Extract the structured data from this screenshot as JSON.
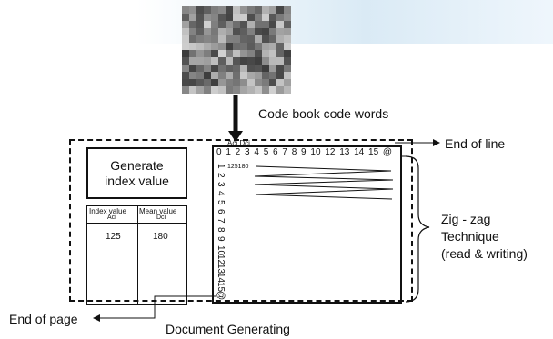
{
  "header_label": "Code book code words",
  "end_of_line": "End of line",
  "end_of_page": "End of page",
  "document_generating": "Document Generating",
  "generate_box": {
    "line1": "Generate",
    "line2": "index value"
  },
  "table": {
    "headers": [
      {
        "label": "Index value",
        "sub": "Aci"
      },
      {
        "label": "Mean value",
        "sub": "Dci"
      }
    ],
    "row": [
      "125",
      "180"
    ]
  },
  "doc": {
    "top_caption": "Aci Dci",
    "top_numbers": "0 1 2 3 4 5 6 7 8 9 10 12 13 14 15 @",
    "first_row_value": "125180",
    "left_numbers": [
      "1",
      "2",
      "3",
      "4",
      "5",
      "6",
      "7",
      "8",
      "9",
      "10",
      "12",
      "13",
      "14",
      "15",
      "@"
    ]
  },
  "zigzag": {
    "line1": "Zig - zag",
    "line2": "Technique",
    "line3": "(read & writing)"
  },
  "colors": {
    "ink": "#111111",
    "wash": "#d6e8f4"
  }
}
